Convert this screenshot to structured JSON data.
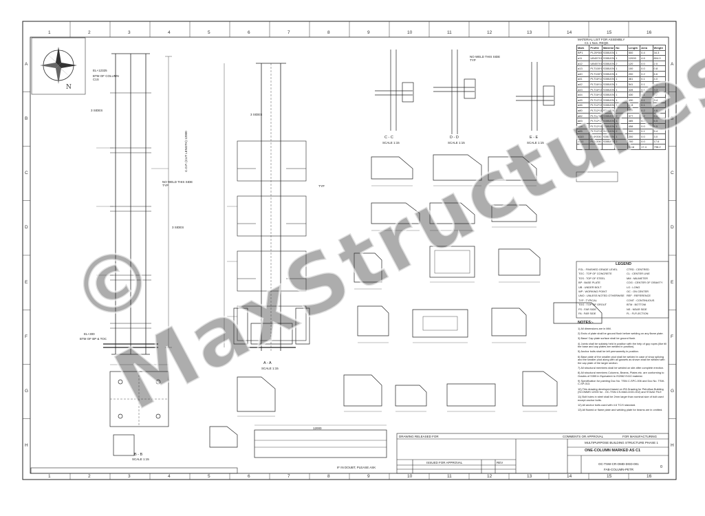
{
  "sheet": {
    "col_numbers": [
      "1",
      "2",
      "3",
      "4",
      "5",
      "6",
      "7",
      "8",
      "9",
      "10",
      "11",
      "12",
      "13",
      "14",
      "15",
      "16"
    ],
    "row_letters": [
      "A",
      "B",
      "C",
      "D",
      "E",
      "F",
      "G",
      "H"
    ]
  },
  "views": {
    "section_cc": "C - C",
    "section_dd": "D - D",
    "section_ee": "E - E",
    "section_aa": "A - A",
    "section_bb": "B - B",
    "scale": "SCALE 1:15"
  },
  "labels": {
    "el_top": "EL+12325",
    "btm_of_column": "BTM OF COLUMN C1S",
    "el_bottom": "EL+300",
    "btm_bp_toc": "BTM OF BP & TOC",
    "no_weld_1": "NO WELD THIS SIDE TYP",
    "no_weld_2": "NO WELD THIS SIDE TYP",
    "three_sides_1": "3 SIDES",
    "three_sides_2": "3 SIDES",
    "three_sides_3": "3 SIDES",
    "typ": "TYP",
    "cut_length": "C.O.P. (CUT LENGTH) 12000",
    "dim_12000": "12000"
  },
  "material_list": {
    "title": "MATERIAL LIST FOR ASSEMBLY",
    "sub": "C1   1   Nos. REQD.",
    "headers": [
      "Mark",
      "Profile",
      "Material",
      "No",
      "Length",
      "Area",
      "Weight"
    ],
    "rows": [
      [
        "BP1",
        "PL25*500",
        "S355JOWA",
        "1",
        "500",
        "0.4",
        "34.3"
      ],
      [
        "a11",
        "UB457X191X67",
        "S355JOWA",
        "1",
        "12000",
        "4.6",
        "804.0"
      ],
      [
        "a12",
        "UB457X191",
        "S355JOWA",
        "2",
        "120",
        "0.0",
        "2.0"
      ],
      [
        "a13",
        "PLT100*100",
        "S355JOWA",
        "1",
        "100",
        "0.0",
        "0.8"
      ],
      [
        "a40",
        "PLT100*100",
        "S355JOWA",
        "4",
        "200",
        "0.2",
        "6.6"
      ],
      [
        "a41",
        "PLT16*148",
        "S355JOWA",
        "1",
        "461",
        "0.1",
        "4.0"
      ],
      [
        "a42",
        "PLT16*148",
        "S355JOWA",
        "1",
        "541",
        "0.1",
        "4.1"
      ],
      [
        "a43",
        "PLT16*150",
        "S355JOWA",
        "1",
        "428",
        "0.1",
        "3.3"
      ],
      [
        "a44",
        "PLT16*150",
        "S355JOWA",
        "1",
        "430",
        "0.1",
        "3.7"
      ],
      [
        "a45",
        "PLT12*150",
        "S355JOWA",
        "1",
        "430",
        "0.1",
        "3.4"
      ],
      [
        "a46",
        "PLT12*150",
        "S355JOWA",
        "1",
        "418",
        "0.1",
        "3.2"
      ],
      [
        "a80",
        "PLT12*150",
        "S355JOWA",
        "2",
        "322",
        "0.2",
        "4.6"
      ],
      [
        "a82",
        "PLT12*150",
        "S355JOWA",
        "2",
        "377",
        "0.2",
        "6.4"
      ],
      [
        "a83",
        "PLT12*150",
        "S355JOWA",
        "1",
        "485",
        "0.0",
        "6.5"
      ],
      [
        "a84",
        "PLT12*150",
        "S355JOWA",
        "1",
        "458",
        "0.0",
        "5.5"
      ],
      [
        "a85",
        "PLT12*150",
        "S355JOWA",
        "2",
        "300",
        "0.1",
        "5.4"
      ],
      [
        "a110",
        "PL6*200",
        "S355JOWA",
        "1",
        "200",
        "0.0",
        "3.0"
      ],
      [
        "a111",
        "PL6*200",
        "S355JOWA",
        "2",
        "200",
        "0.0",
        "17.6"
      ],
      [
        "",
        "",
        "",
        "",
        "Total",
        "17.4",
        "798.2"
      ]
    ]
  },
  "legend": {
    "title": "LEGEND",
    "entries": [
      [
        "FGL : FINISHED GRADE LEVEL",
        "CTRD : CENTRED"
      ],
      [
        "TOC : TOP OF CONCRETE",
        "CL : CENTER LINE"
      ],
      [
        "TOS : TOP OF STEEL",
        "MM : MILIMETER"
      ],
      [
        "BP : BASE PLATE",
        "COG : CENTER OF GRAVITY"
      ],
      [
        "UB : UNDER BOLT",
        "LG : LONG"
      ],
      [
        "WP : WORKING POINT",
        "OC : ON CENTER"
      ],
      [
        "UNO : UNLESS NOTED OTHERWISE",
        "REF : REFERENCE"
      ],
      [
        "TYP : TYPICAL",
        "CONT : CONTINUOUS"
      ],
      [
        "TOG : TOP OF GROUT",
        "BTM : BOTTOM"
      ],
      [
        "FS : FAR SIDE",
        "NS : NEAR SIDE"
      ],
      [
        "FA : FAR SIDE",
        "FL : FLFLECTION"
      ]
    ]
  },
  "notes": {
    "title": "NOTES:-",
    "items": [
      "1) All dimensions are in MM.",
      "2) Ends of plate shall be ground flush before welding on any flame plate.",
      "3) Base/ Cap plate surface shall be ground flush.",
      "4) Joints shall be suitably held in position with the help of guy ropes (like till the base and cap plates are welded in position).",
      "5) Anchor bolts shall be left permanently in position.",
      "6) Base plate of the smaller plod shall be welded in case of shop splicing and the smaller plod along with all gussets as shown shall be welded with the cap plate of the larger section.",
      "7) All structural members shall be welded on site after complete erection.",
      "8) All structural members Columns, Beams, Plates etc. are conforming to Grades of S355 in Equivalent to IS2062 E410 material.",
      "9) Specification for painting Doc No. TSW-C-SPC-006 and Doc No. TSW-C-SP-013.",
      "10) This drawing developed based on IFA Drawing for Petroflow Building (SCOMMS 12000 for - OC-TSW-CS-MAD-DGD-002) and STAAD FILE",
      "11) Bolt holes in steel shall be 2mm larger than nominal size of bolt used except anchor bolts.",
      "12) All anchor bolts used with 4.6 TC/X standard.",
      "13) All flowed or flame plate and welding plate for beams are in omitted."
    ]
  },
  "title_block": {
    "drawing_released_for": "DRAWING RELEASED FOR",
    "comments": "COMMENTS OR APPROVAL",
    "for_manufacturing": "FOR MANUFACTURING",
    "project": "MULTIPURPOSE BUILDING STRUCTURE PHASE 1",
    "title": "ONE-COLUMN MARKED AS C1",
    "doc_no": "OC-TSW-CR-OMD-DGD-001",
    "sheet_title": "FAB-COLUMN-PETR",
    "rev": "0",
    "issued_for": "ISSUED FOR APPROVAL",
    "rev_col": "REV",
    "note_dont": "IF IN DOUBT, PLEASE ASK"
  },
  "watermark": "© MaxStructures",
  "colors": {
    "line": "#1f1f1f",
    "watermark": "#3c3c3c"
  }
}
